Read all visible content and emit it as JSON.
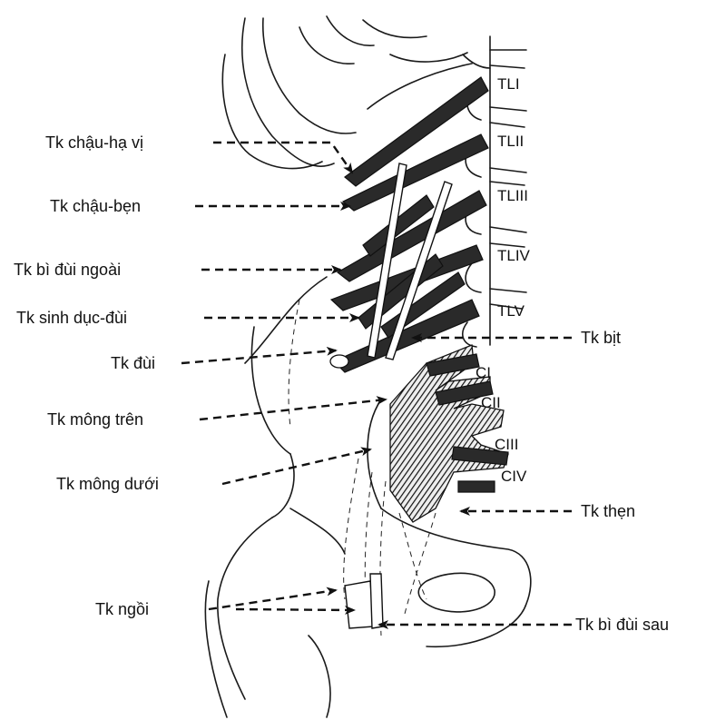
{
  "segments": {
    "tl1": "TLI",
    "tl2": "TLII",
    "tl3": "TLIII",
    "tl4": "TLIV",
    "tl5": "TLV",
    "c1": "CI",
    "c2": "CII",
    "c3": "CIII",
    "c4": "CIV"
  },
  "labels": {
    "chau_ha_vi": "Tk chậu-hạ vị",
    "chau_ben": "Tk chậu-bẹn",
    "bi_dui_ngoai": "Tk bì đùi ngoài",
    "sinh_duc_dui": "Tk sinh dục-đùi",
    "dui": "Tk đùi",
    "mong_tren": "Tk mông trên",
    "mong_duoi": "Tk mông dưới",
    "ngoi": "Tk ngồi",
    "bit": "Tk bịt",
    "then": "Tk thẹn",
    "bi_dui_sau": "Tk bì đùi sau"
  }
}
